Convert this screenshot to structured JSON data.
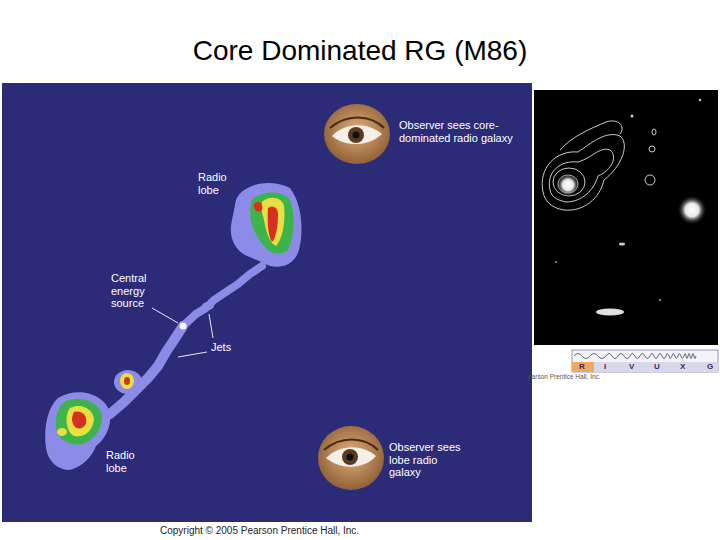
{
  "diagram": {
    "title": "Core Dominated RG (M86)",
    "labels": [
      "Observer sees core-dominated radio galaxy",
      "Radio lobe",
      "Central energy source",
      "Jets",
      "Radio lobe",
      "Observer sees lobe radio galaxy",
      "Copyright © 2005 Pearson Prentice Hall, Inc.",
      "R",
      "I",
      "V",
      "U",
      "X",
      "G",
      "earson Prentice Hall, Inc."
    ]
  }
}
